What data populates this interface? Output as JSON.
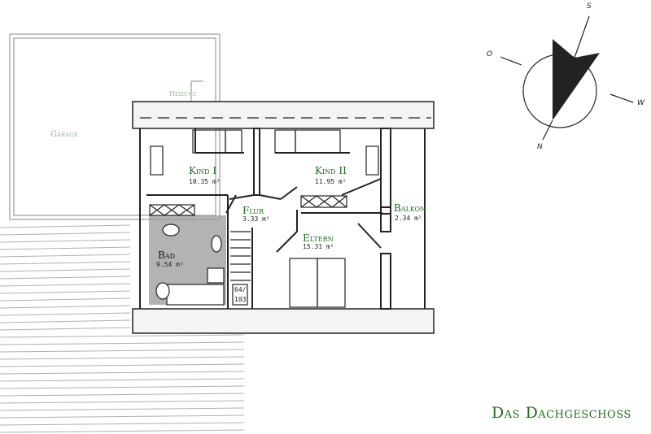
{
  "title": "Das Dachgeschoss",
  "rooms": [
    {
      "name": "Kind I",
      "area": "10.35 m²"
    },
    {
      "name": "Kind II",
      "area": "11.95 m²"
    },
    {
      "name": "Flur",
      "area": "3.33 m²"
    },
    {
      "name": "Balkon",
      "area": "2.34 m²"
    },
    {
      "name": "Eltern",
      "area": "15.31 m²"
    },
    {
      "name": "Bad",
      "area": "9.54 m²"
    }
  ],
  "neighbours": {
    "garage": "Garage",
    "heizung": "Heizung"
  },
  "stair_label": [
    "64/",
    "103"
  ],
  "compass": {
    "n": "N",
    "s": "S",
    "o": "O",
    "w": "W"
  },
  "colors": {
    "label_green": "#1e6b1e",
    "ink": "#222222"
  }
}
